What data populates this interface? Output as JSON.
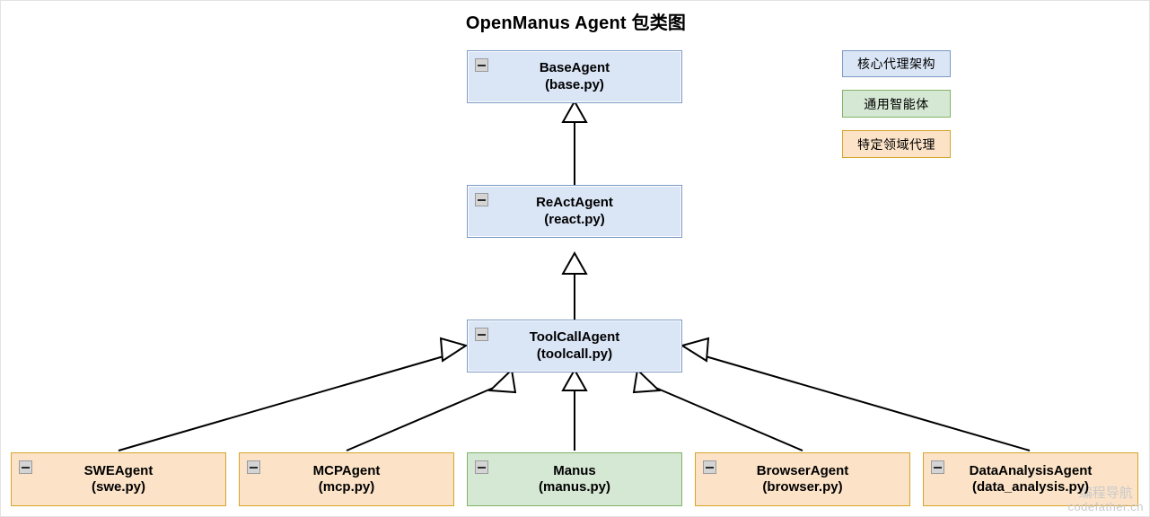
{
  "title": "OpenManus Agent 包类图",
  "diagram": {
    "type": "uml-class-diagram",
    "relationship": "inheritance (generalization)",
    "colors": {
      "core_fill": "#dae5f6",
      "core_border": "#7b9ac4",
      "general_fill": "#d5e8d4",
      "general_border": "#82b366",
      "domain_fill": "#fce3c8",
      "domain_border": "#d6a42a",
      "line": "#000000",
      "canvas": "#ffffff"
    },
    "classes": [
      {
        "id": "base",
        "name": "BaseAgent",
        "file": "(base.py)",
        "category": "core",
        "collapse_icon": "minus-icon"
      },
      {
        "id": "react",
        "name": "ReActAgent",
        "file": "(react.py)",
        "category": "core",
        "collapse_icon": "minus-icon"
      },
      {
        "id": "toolcall",
        "name": "ToolCallAgent",
        "file": "(toolcall.py)",
        "category": "core",
        "collapse_icon": "minus-icon"
      },
      {
        "id": "swe",
        "name": "SWEAgent",
        "file": "(swe.py)",
        "category": "domain",
        "collapse_icon": "minus-icon"
      },
      {
        "id": "mcp",
        "name": "MCPAgent",
        "file": "(mcp.py)",
        "category": "domain",
        "collapse_icon": "minus-icon"
      },
      {
        "id": "manus",
        "name": "Manus",
        "file": "(manus.py)",
        "category": "general",
        "collapse_icon": "minus-icon"
      },
      {
        "id": "browser",
        "name": "BrowserAgent",
        "file": "(browser.py)",
        "category": "domain",
        "collapse_icon": "minus-icon"
      },
      {
        "id": "data",
        "name": "DataAnalysisAgent",
        "file": "(data_analysis.py)",
        "category": "domain",
        "collapse_icon": "minus-icon"
      }
    ],
    "edges": [
      {
        "from": "react",
        "to": "base"
      },
      {
        "from": "toolcall",
        "to": "react"
      },
      {
        "from": "swe",
        "to": "toolcall"
      },
      {
        "from": "mcp",
        "to": "toolcall"
      },
      {
        "from": "manus",
        "to": "toolcall"
      },
      {
        "from": "browser",
        "to": "toolcall"
      },
      {
        "from": "data",
        "to": "toolcall"
      }
    ]
  },
  "legend": {
    "items": [
      {
        "label": "核心代理架构",
        "category": "core"
      },
      {
        "label": "通用智能体",
        "category": "general"
      },
      {
        "label": "特定领域代理",
        "category": "domain"
      }
    ]
  },
  "watermark": {
    "cn": "编程导航",
    "en": "codefather.cn"
  }
}
